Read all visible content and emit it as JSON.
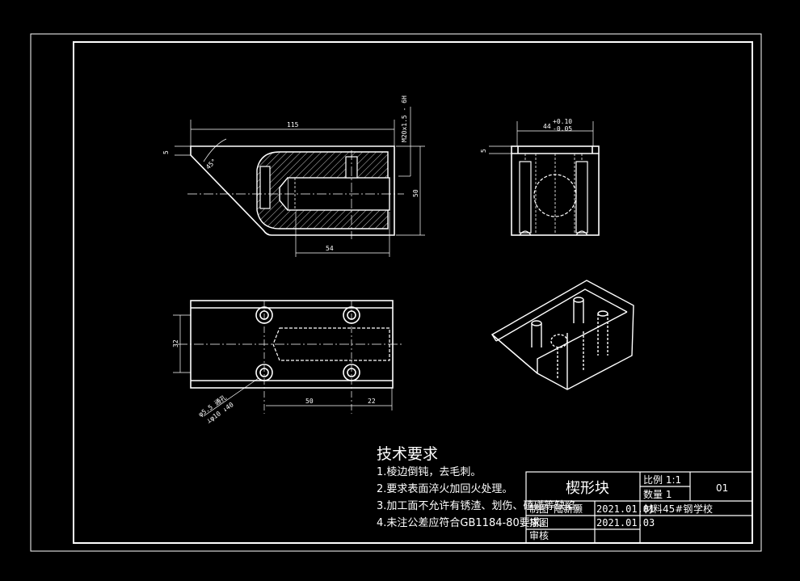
{
  "tech_requirements": {
    "title": "技术要求",
    "items": [
      "1.棱边倒钝，去毛刺。",
      "2.要求表面淬火加回火处理。",
      "3.加工面不允许有锈渣、划伤、磕碰等缺陷。",
      "4.未注公差应符合GB1184-80要求。"
    ]
  },
  "title_block": {
    "part_name": "楔形块",
    "scale_label": "比例 1:1",
    "qty_label": "数量 1",
    "drawing_no": "01",
    "drawn_label": "制图",
    "drawn_name": "陆新灏",
    "drawn_date": "2021.01.01",
    "material_label": "材料45#钢",
    "school": "学校",
    "check_label": "描图",
    "check_date": "2021.01.03",
    "review_label": "审核"
  },
  "dimensions": {
    "front_width": "115",
    "front_chamfer": "5",
    "front_angle": "45°",
    "thread": "M20x1.5 - 6H",
    "front_height": "50",
    "front_depth": "54",
    "side_width": "44",
    "side_tol_upper": "+0.10",
    "side_tol_lower": "-0.05",
    "side_small": "5",
    "top_height": "32",
    "top_dist_a": "50",
    "top_dist_b": "22",
    "hole_note_1": "φ5.5 通孔",
    "hole_note_2": "⊥φ10 ↓40"
  },
  "colors": {
    "background": "#000000",
    "lines": "#ffffff"
  }
}
